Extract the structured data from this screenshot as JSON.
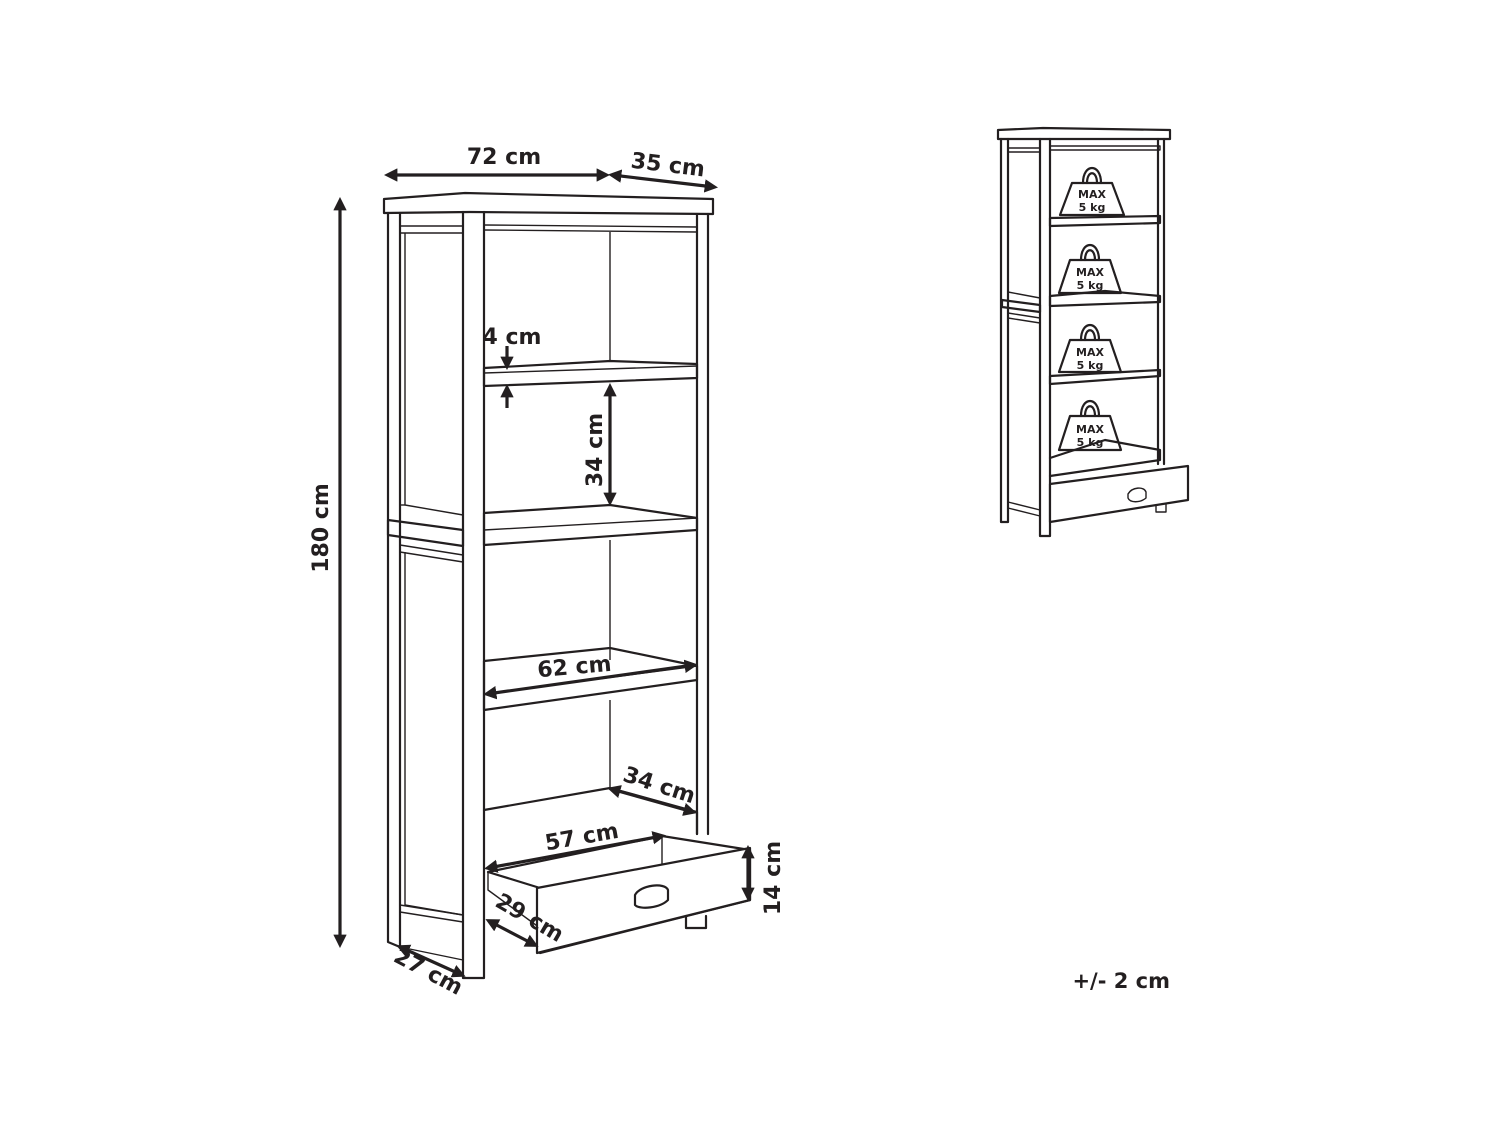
{
  "dimensions": {
    "width": "72 cm",
    "depth": "35 cm",
    "height": "180 cm",
    "shelf_thickness": "4 cm",
    "shelf_gap": "34 cm",
    "inner_width": "62 cm",
    "drawer_depth": "34 cm",
    "drawer_width": "57 cm",
    "drawer_height": "14 cm",
    "drawer_front": "29 cm",
    "base_depth": "27 cm"
  },
  "weights": [
    {
      "max": "MAX",
      "load": "5 kg"
    },
    {
      "max": "MAX",
      "load": "5 kg"
    },
    {
      "max": "MAX",
      "load": "5 kg"
    },
    {
      "max": "MAX",
      "load": "5 kg"
    }
  ],
  "tolerance": "+/- 2 cm"
}
